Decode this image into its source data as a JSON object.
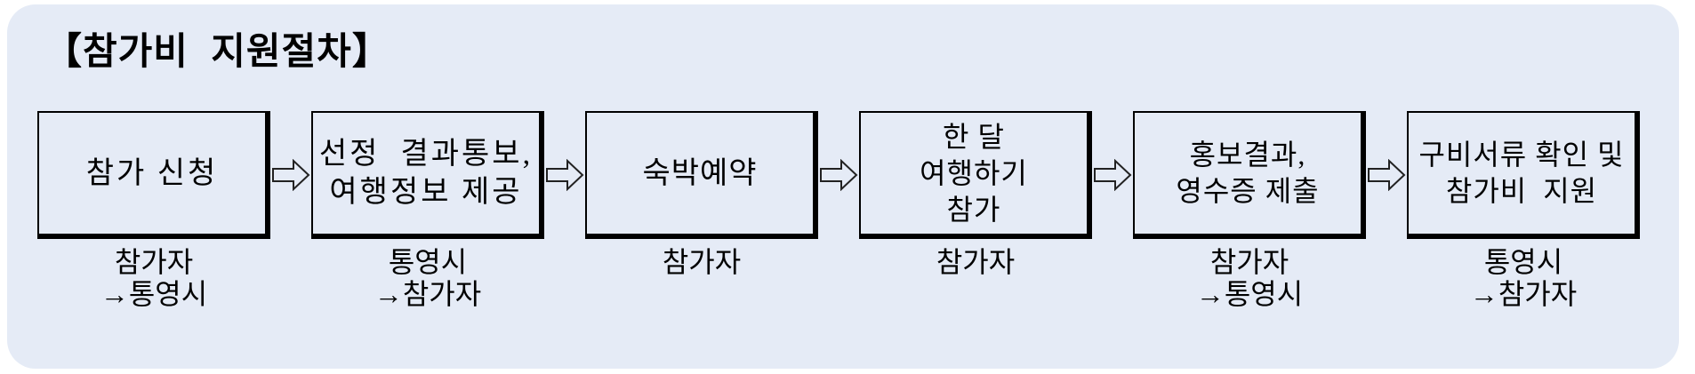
{
  "title": "【참가비  지원절차】",
  "steps": [
    {
      "box": "참가 신청",
      "actor": "참가자\n→통영시"
    },
    {
      "box": "선정  결과통보,\n여행정보 제공",
      "actor": "통영시\n→참가자"
    },
    {
      "box": "숙박예약",
      "actor": "참가자"
    },
    {
      "box": "한 달\n여행하기\n참가",
      "actor": "참가자"
    },
    {
      "box": "홍보결과,\n영수증 제출",
      "actor": "참가자\n→통영시"
    },
    {
      "box": "구비서류 확인 및\n참가비  지원",
      "actor": "통영시\n→참가자"
    }
  ],
  "icons": {
    "flow_arrow": "rightwards-hollow-block-arrow"
  },
  "colors": {
    "page_bg": "#ffffff",
    "panel_bg": "#e5ebf6",
    "box_border": "#000000",
    "text": "#000000",
    "arrow_stroke": "#222222"
  }
}
